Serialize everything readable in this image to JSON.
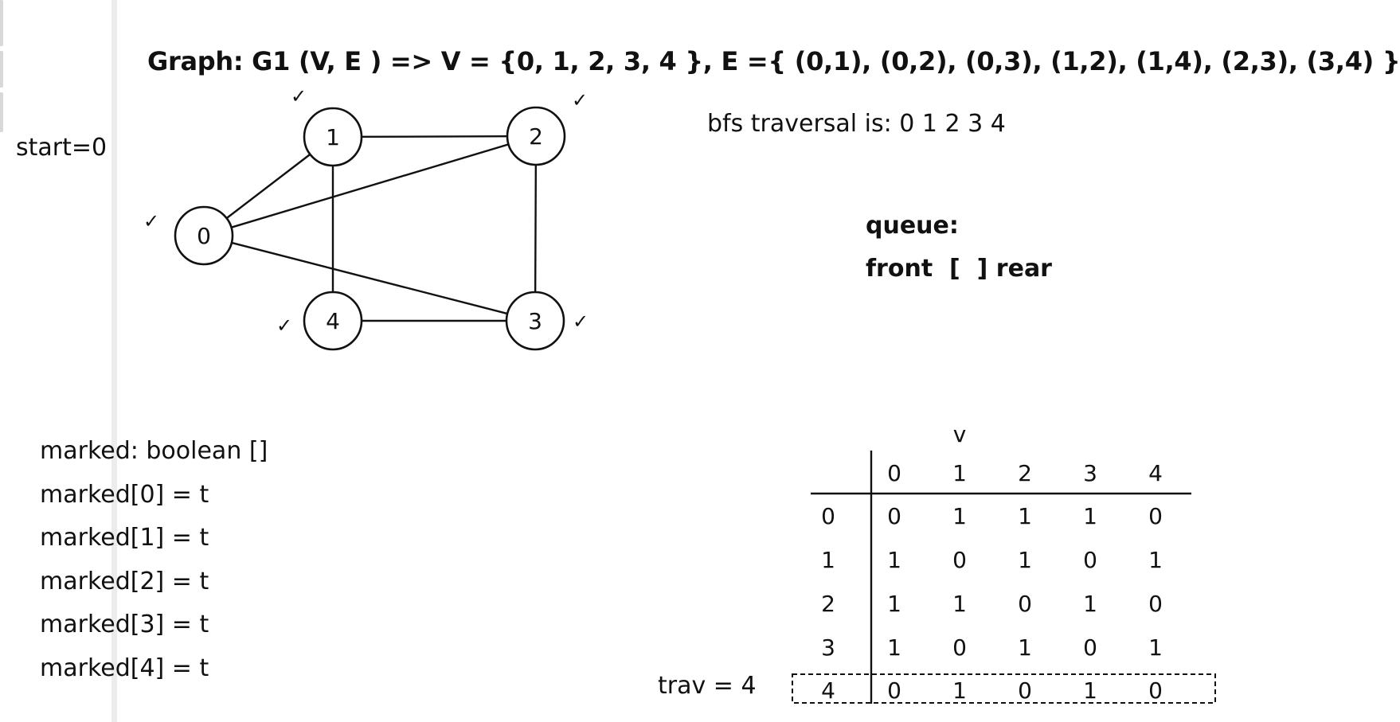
{
  "title": "Graph: G1 (V, E ) => V = {0, 1, 2, 3, 4 }, E ={ (0,1), (0,2), (0,3), (1,2), (1,4), (2,3), (3,4) }",
  "start_label": "start=0",
  "bfs_text": "bfs traversal is: 0 1 2 3 4",
  "queue": {
    "label": "queue:",
    "line": "front  [  ] rear"
  },
  "marked": {
    "header": "marked: boolean []",
    "items": [
      "marked[0] = t",
      "marked[1] = t",
      "marked[2] = t",
      "marked[3] = t",
      "marked[4] = t"
    ]
  },
  "trav_label": "trav = 4",
  "graph": {
    "nodes": [
      {
        "id": "0",
        "checked": true
      },
      {
        "id": "1",
        "checked": true
      },
      {
        "id": "2",
        "checked": true
      },
      {
        "id": "3",
        "checked": true
      },
      {
        "id": "4",
        "checked": true
      }
    ],
    "edges": [
      [
        "0",
        "1"
      ],
      [
        "0",
        "2"
      ],
      [
        "0",
        "3"
      ],
      [
        "1",
        "2"
      ],
      [
        "1",
        "4"
      ],
      [
        "2",
        "3"
      ],
      [
        "3",
        "4"
      ]
    ],
    "check_glyph": "✓"
  },
  "matrix": {
    "axis_label": "v",
    "col_headers": [
      "0",
      "1",
      "2",
      "3",
      "4"
    ],
    "row_headers": [
      "0",
      "1",
      "2",
      "3",
      "4"
    ],
    "rows": [
      [
        "0",
        "1",
        "1",
        "1",
        "0"
      ],
      [
        "1",
        "0",
        "1",
        "0",
        "1"
      ],
      [
        "1",
        "1",
        "0",
        "1",
        "0"
      ],
      [
        "1",
        "0",
        "1",
        "0",
        "1"
      ],
      [
        "0",
        "1",
        "0",
        "1",
        "0"
      ]
    ],
    "highlighted_row": 4
  }
}
